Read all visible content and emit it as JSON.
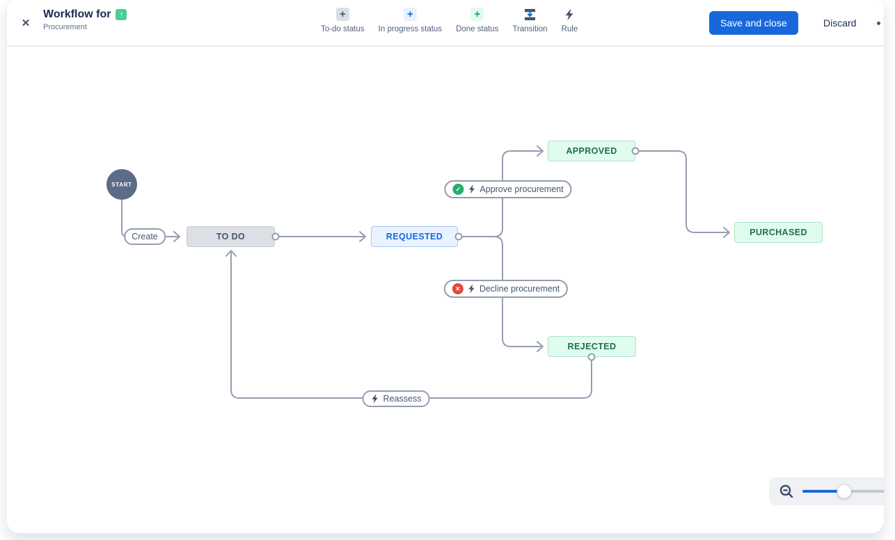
{
  "header": {
    "title": "Workflow for",
    "subtitle": "Procurement",
    "tools": [
      {
        "label": "To-do status",
        "icon": "plus-icon",
        "icon_bg": "#DCDFE4",
        "icon_color": "#44546F"
      },
      {
        "label": "In progress status",
        "icon": "plus-icon",
        "icon_bg": "#E9F2FF",
        "icon_color": "#1868DB"
      },
      {
        "label": "Done status",
        "icon": "plus-icon",
        "icon_bg": "#DFFCEE",
        "icon_color": "#22A06B"
      },
      {
        "label": "Transition",
        "icon": "transition-icon"
      },
      {
        "label": "Rule",
        "icon": "lightning-icon"
      }
    ],
    "save_button": "Save and close",
    "discard_button": "Discard"
  },
  "workflow": {
    "start": {
      "label": "START"
    },
    "statuses": [
      {
        "label": "TO DO",
        "category": "todo",
        "bg": "#DCDFE4",
        "text": "#44546F"
      },
      {
        "label": "REQUESTED",
        "category": "in-progress",
        "bg": "#E9F2FF",
        "text": "#1868DB"
      },
      {
        "label": "APPROVED",
        "category": "done",
        "bg": "#DFFCEE",
        "text": "#216E4E"
      },
      {
        "label": "PURCHASED",
        "category": "done",
        "bg": "#DFFCEE",
        "text": "#216E4E"
      },
      {
        "label": "REJECTED",
        "category": "done",
        "bg": "#DFFCEE",
        "text": "#216E4E"
      }
    ],
    "transitions": [
      {
        "label": "Create",
        "icons": []
      },
      {
        "label": "Approve procurement",
        "icons": [
          "check-circle-icon",
          "lightning-icon"
        ]
      },
      {
        "label": "Decline procurement",
        "icons": [
          "cross-circle-icon",
          "lightning-icon"
        ]
      },
      {
        "label": "Reassess",
        "icons": [
          "lightning-icon"
        ]
      }
    ]
  },
  "zoom_control": {
    "slider_percent": 48,
    "zoom_out_icon": "magnifier-minus-icon"
  },
  "icons": {
    "close": "✕",
    "plus": "+",
    "check": "✓",
    "cross": "✕",
    "up_arrow": "↑"
  },
  "colors": {
    "accent_blue": "#1868DB",
    "green_badge": "#2AAC71",
    "red_badge": "#E2483D",
    "edge_gray": "#949DAE",
    "issue_type_green": "#4BCE97"
  }
}
